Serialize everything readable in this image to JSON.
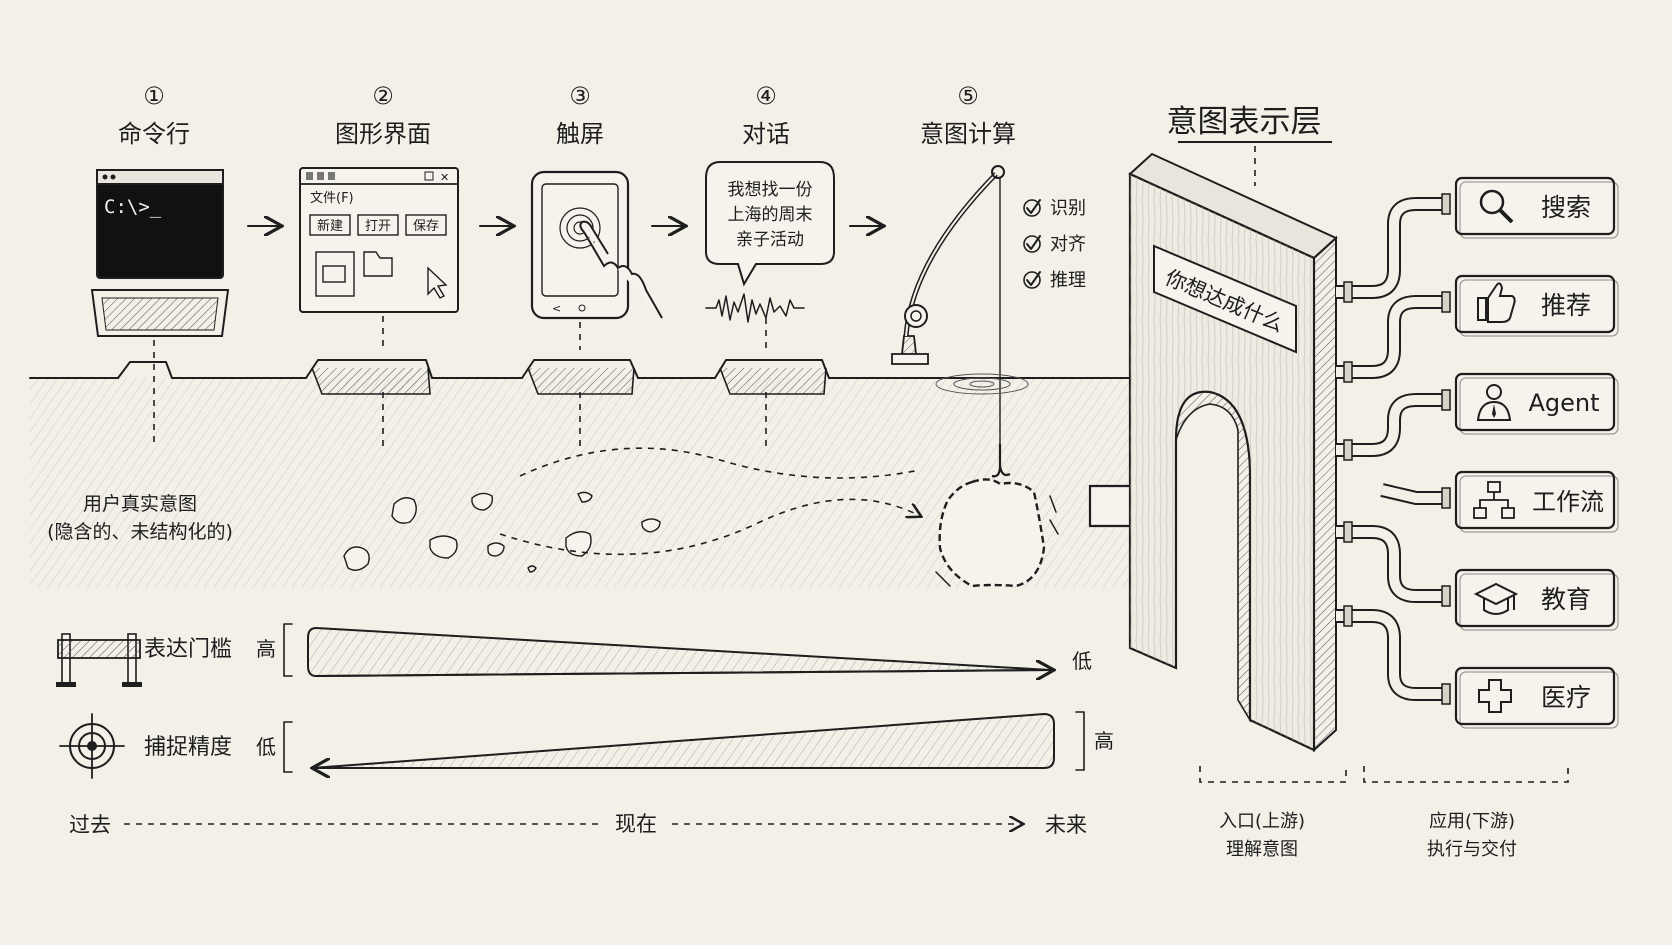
{
  "stages": [
    {
      "num": "①",
      "label": "命令行"
    },
    {
      "num": "②",
      "label": "图形界面"
    },
    {
      "num": "③",
      "label": "触屏"
    },
    {
      "num": "④",
      "label": "对话"
    },
    {
      "num": "⑤",
      "label": "意图计算"
    }
  ],
  "terminal_prompt": "C:\\>_",
  "gui_window": {
    "menu": "文件(F)",
    "buttons": [
      "新建",
      "打开",
      "保存"
    ]
  },
  "chat_bubble": {
    "lines": [
      "我想找一份",
      "上海的周末",
      "亲子活动"
    ]
  },
  "checklist": [
    "识别",
    "对齐",
    "推理"
  ],
  "hidden_intent": {
    "line1": "用户真实意图",
    "line2": "(隐含的、未结构化的)"
  },
  "gate": {
    "title": "意图表示层",
    "plaque": "你想达成什么"
  },
  "applications": [
    {
      "label": "搜索",
      "icon": "search-icon"
    },
    {
      "label": "推荐",
      "icon": "thumbs-up-icon"
    },
    {
      "label": "Agent",
      "icon": "agent-person-icon"
    },
    {
      "label": "工作流",
      "icon": "workflow-icon"
    },
    {
      "label": "教育",
      "icon": "graduation-cap-icon"
    },
    {
      "label": "医疗",
      "icon": "medical-cross-icon"
    }
  ],
  "bottom_labels": {
    "entry_line1": "入口(上游)",
    "entry_line2": "理解意图",
    "app_line1": "应用(下游)",
    "app_line2": "执行与交付"
  },
  "threshold": {
    "label": "表达门槛",
    "start": "高",
    "end": "低"
  },
  "precision": {
    "label": "捕捉精度",
    "start": "低",
    "end": "高"
  },
  "timeline": {
    "past": "过去",
    "now": "现在",
    "future": "未来"
  }
}
